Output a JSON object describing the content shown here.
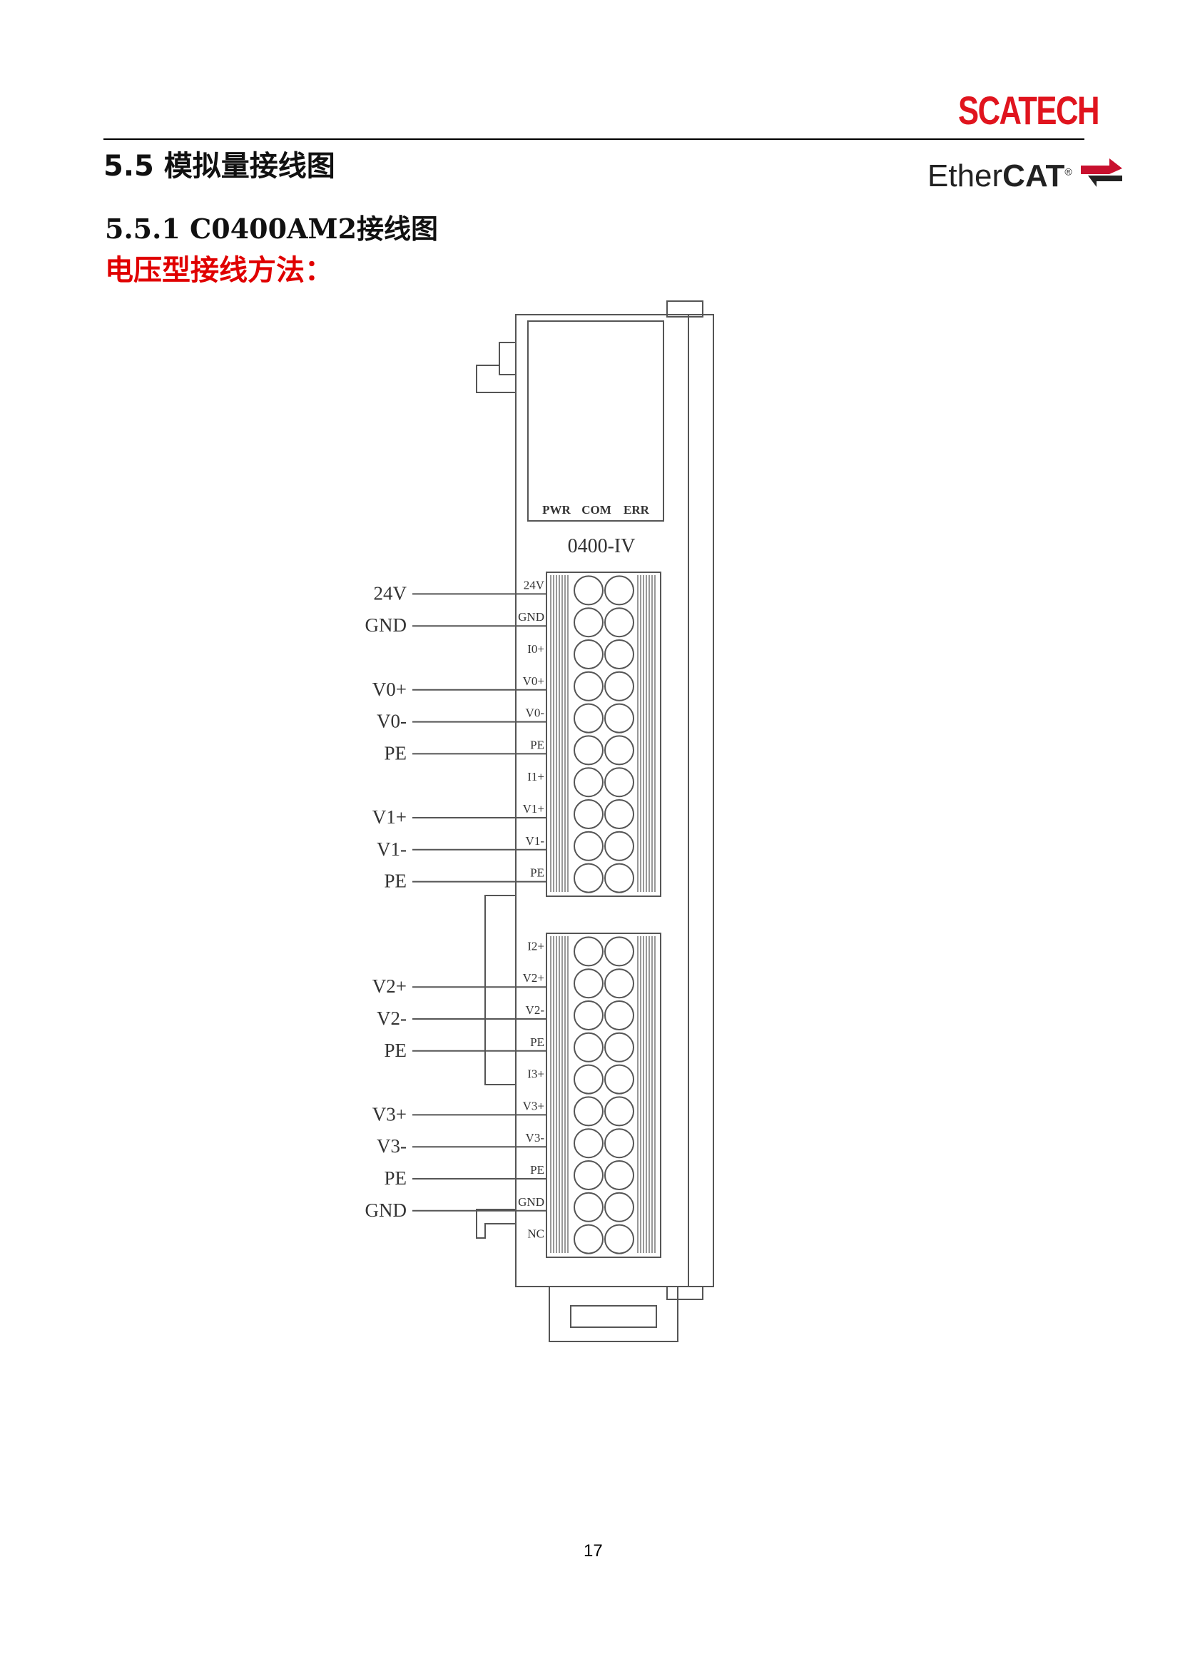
{
  "header": {
    "brand": "SCATECH",
    "section_title": "5.5  模拟量接线图",
    "ethercat_logo": {
      "prefix": "Ether",
      "bold": "CAT",
      "mark": "®"
    }
  },
  "subsection_title": "5.5.1 C0400AM2接线图",
  "method_title": "电压型接线方法：",
  "module": {
    "leds": [
      "PWR",
      "COM",
      "ERR"
    ],
    "model_label": "0400-IV",
    "blocks": [
      {
        "pins": [
          "24V",
          "GND",
          "I0+",
          "V0+",
          "V0-",
          "PE",
          "I1+",
          "V1+",
          "V1-",
          "PE"
        ],
        "wires": [
          "24V",
          "GND",
          "",
          "V0+",
          "V0-",
          "PE",
          "",
          "V1+",
          "V1-",
          "PE"
        ]
      },
      {
        "pins": [
          "I2+",
          "V2+",
          "V2-",
          "PE",
          "I3+",
          "V3+",
          "V3-",
          "PE",
          "GND",
          "NC"
        ],
        "wires": [
          "",
          "V2+",
          "V2-",
          "PE",
          "",
          "V3+",
          "V3-",
          "PE",
          "GND",
          ""
        ]
      }
    ]
  },
  "page_number": "17"
}
